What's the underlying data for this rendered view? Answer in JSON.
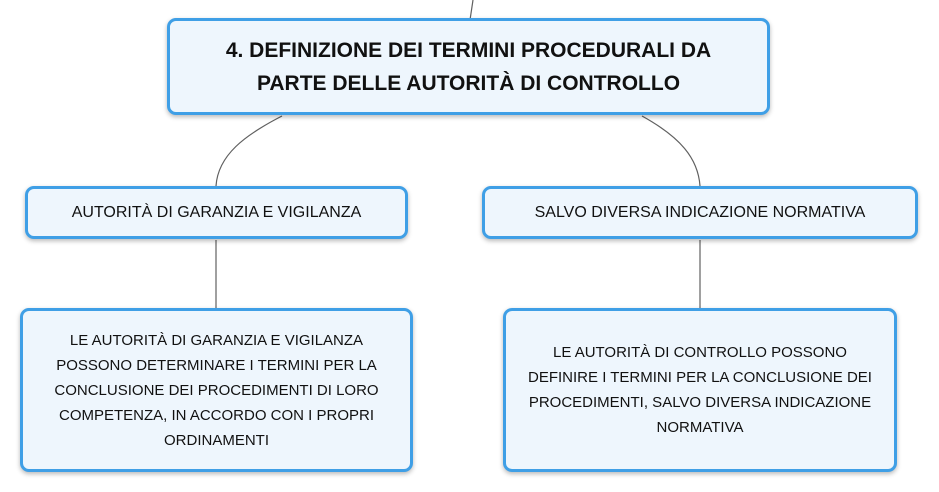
{
  "diagram": {
    "root": {
      "label": "4. DEFINIZIONE DEI TERMINI PROCEDURALI DA PARTE DELLE AUTORITÀ DI CONTROLLO"
    },
    "branches": [
      {
        "label": "AUTORITÀ DI GARANZIA E VIGILANZA",
        "detail": "LE AUTORITÀ DI GARANZIA E VIGILANZA POSSONO DETERMINARE I TERMINI PER LA CONCLUSIONE DEI PROCEDIMENTI DI LORO COMPETENZA, IN ACCORDO CON I PROPRI ORDINAMENTI"
      },
      {
        "label": "SALVO DIVERSA INDICAZIONE NORMATIVA",
        "detail": "LE AUTORITÀ DI CONTROLLO POSSONO DEFINIRE I TERMINI PER LA CONCLUSIONE DEI PROCEDIMENTI, SALVO DIVERSA INDICAZIONE NORMATIVA"
      }
    ]
  },
  "colors": {
    "node_border": "#3f9fe6",
    "node_fill": "#eef6fd",
    "connector": "#606060",
    "text": "#111111"
  }
}
